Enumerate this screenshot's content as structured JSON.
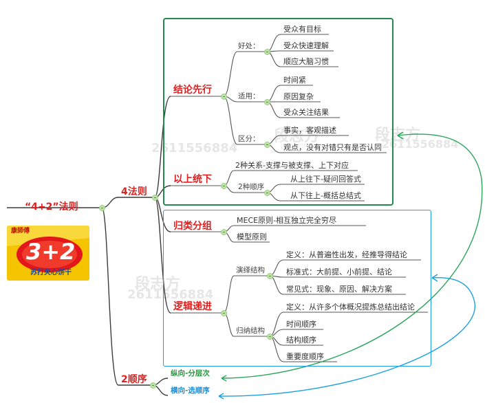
{
  "root": {
    "title": "“4+2”法则"
  },
  "image": {
    "brand": "康師傅",
    "big_text": "3+2",
    "sub_text": "苏打夹心饼干"
  },
  "watermarks": [
    "段志方",
    "2611556884",
    "段志方",
    "2611556884",
    "段志方",
    "2611556884"
  ],
  "branch_4": {
    "label": "4法则",
    "conclusion_first": {
      "label": "结论先行",
      "benefits": {
        "label": "好处：",
        "items": [
          "受众有目标",
          "受众快速理解",
          "顺应大脑习惯"
        ]
      },
      "applicable": {
        "label": "适用：",
        "items": [
          "时间紧",
          "原因复杂",
          "受众关注结果"
        ]
      },
      "distinguish": {
        "label": "区分：",
        "items": [
          "事实，客观描述",
          "观点，没有对错只有是否认同"
        ]
      }
    },
    "top_down": {
      "label": "以上统下",
      "relations": "2种关系-支撑与被支撑、上下对应",
      "orders": {
        "label": "2种顺序",
        "items": [
          "从上往下-疑问回答式",
          "从下往上-概括总结式"
        ]
      }
    },
    "grouping": {
      "label": "归类分组",
      "items": [
        "MECE原则-相互独立完全穷尽",
        "模型原则"
      ]
    },
    "logic": {
      "label": "逻辑递进",
      "deductive": {
        "label": "演绎结构",
        "items": [
          "定义：从普遍性出发，经推导得结论",
          "标准式：大前提、小前提、结论",
          "常见式：现象、原因、解决方案"
        ]
      },
      "inductive": {
        "label": "归纳结构",
        "items": [
          "定义：从许多个体概况提炼总结出结论",
          "时间顺序",
          "结构顺序",
          "重要度顺序"
        ]
      }
    }
  },
  "branch_2": {
    "label": "2顺序",
    "vertical": "纵向-分层次",
    "horizontal": "横向-选顺序"
  },
  "colors": {
    "red": "#e02020",
    "green_box": "#1f8a4c",
    "blue_box": "#1ba0e0",
    "branch_line": "#3a3a3a",
    "leaf_line": "#555555"
  }
}
